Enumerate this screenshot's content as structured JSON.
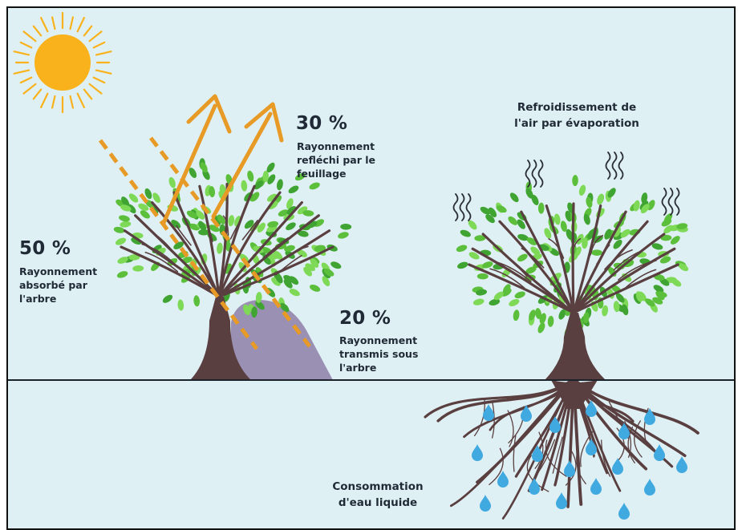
{
  "colors": {
    "sky": "#dff0f4",
    "sun": "#f9b21b",
    "leaf_light": "#7ed957",
    "leaf_mid": "#5cbf3c",
    "leaf_dark": "#3fa432",
    "trunk": "#5a3f40",
    "shadow": "#9a90b3",
    "arrow": "#e79a25",
    "water_drop": "#3fa9e0",
    "text": "#1f2a36",
    "ground_line": "#1b2229"
  },
  "icons": {
    "sun": "sun-icon",
    "heat_waves": "heat-wave-icon",
    "drops": "water-drop-icon"
  },
  "left_tree": {
    "reflected": {
      "percent": "30 %",
      "text": [
        "Rayonnement",
        "refléchi par le",
        "feuillage"
      ]
    },
    "absorbed": {
      "percent": "50 %",
      "text": [
        "Rayonnement",
        "absorbé par",
        "l'arbre"
      ]
    },
    "transmitted": {
      "percent": "20 %",
      "text": [
        "Rayonnement",
        "transmis sous",
        "l'arbre"
      ]
    }
  },
  "right_tree": {
    "cooling": [
      "Refroidissement de",
      "l'air par évaporation"
    ],
    "water": [
      "Consommation",
      "d'eau liquide"
    ]
  }
}
